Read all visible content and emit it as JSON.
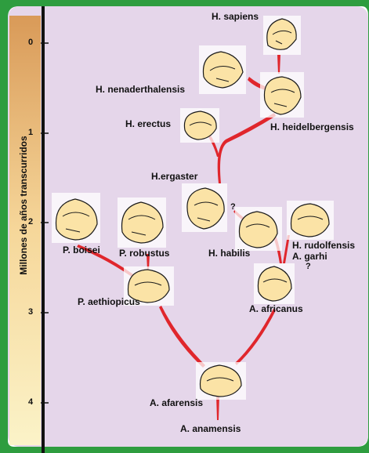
{
  "axis": {
    "label": "Millones de años transcurridos",
    "ticks": [
      "0",
      "1",
      "2",
      "3",
      "4"
    ]
  },
  "species": {
    "h_sapiens": "H. sapiens",
    "h_neanderthalensis": "H. nenaderthalensis",
    "h_erectus": "H. erectus",
    "h_heidelbergensis": "H. heidelbergensis",
    "h_ergaster": "H.ergaster",
    "p_boisei": "P. boisei",
    "p_robustus": "P. robustus",
    "h_habilis": "H. habilis",
    "h_rudolfensis": "H. rudolfensis",
    "a_garhi": "A. garhi",
    "p_aethiopicus": "P. aethiopicus",
    "a_africanus": "A. africanus",
    "a_afarensis": "A. afarensis",
    "a_anamensis": "A. anamensis"
  },
  "uncertain_marks": [
    "?",
    "?"
  ],
  "colors": {
    "panel": "#e5d6ea",
    "frame": "#2e9d3f",
    "axis_line": "#111111",
    "link": "#e0262c",
    "skull_fill": "#fbe3a6",
    "band_top": "#d99a58",
    "band_bottom": "#fbf3c8"
  }
}
